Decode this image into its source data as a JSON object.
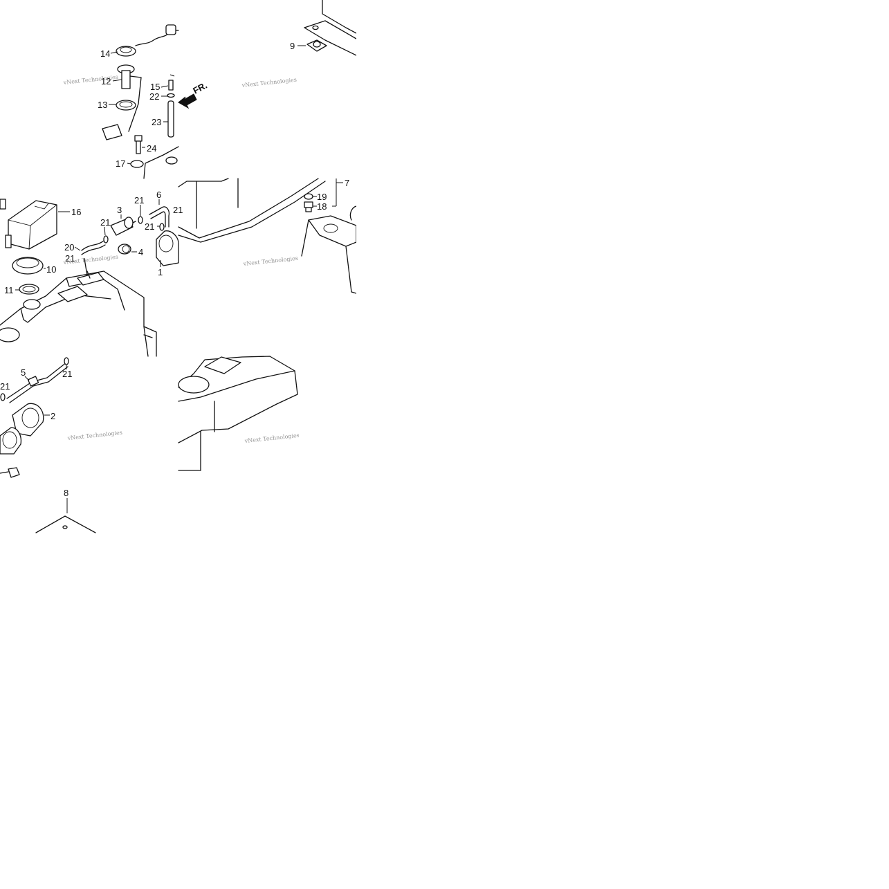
{
  "diagram": {
    "direction_label": "FR.",
    "watermark": "vNext Technologies",
    "callouts": {
      "c1": "1",
      "c2": "2",
      "c3": "3",
      "c4": "4",
      "c5": "5",
      "c6": "6",
      "c7": "7",
      "c8": "8",
      "c9": "9",
      "c10": "10",
      "c11": "11",
      "c12": "12",
      "c13": "13",
      "c14": "14",
      "c15": "15",
      "c16": "16",
      "c17": "17",
      "c18": "18",
      "c19": "19",
      "c20": "20",
      "c21": "21",
      "c22": "22",
      "c23": "23",
      "c24": "24"
    }
  }
}
